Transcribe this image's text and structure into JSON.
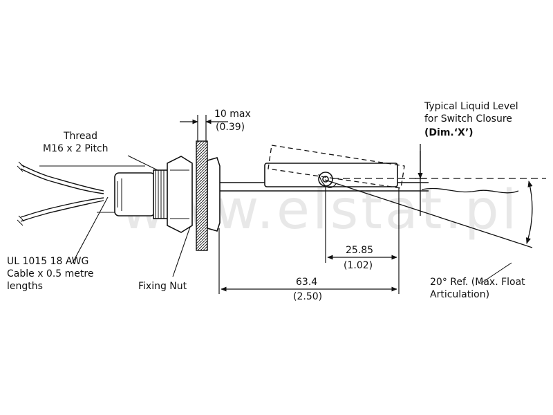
{
  "labels": {
    "thread_line1": "Thread",
    "thread_line2": "M16 x 2 Pitch",
    "ten_max": "10 max",
    "ten_max_in": "(0.39)",
    "liquid_line1": "Typical Liquid Level",
    "liquid_line2": "for Switch Closure",
    "dim_x": "(Dim.‘X’)",
    "cable_line1": "UL 1015 18 AWG",
    "cable_line2": "Cable x 0.5 metre",
    "cable_line3": "lengths",
    "fixing_nut": "Fixing Nut",
    "dim_2585": "25.85",
    "dim_2585_in": "(1.02)",
    "dim_634": "63.4",
    "dim_634_in": "(2.50)",
    "angle_line1": "20° Ref. (Max. Float",
    "angle_line2": "Articulation)"
  },
  "watermark": "www.elstat.pl",
  "colors": {
    "ink": "#111111",
    "watermark": "#d6d6d6"
  }
}
